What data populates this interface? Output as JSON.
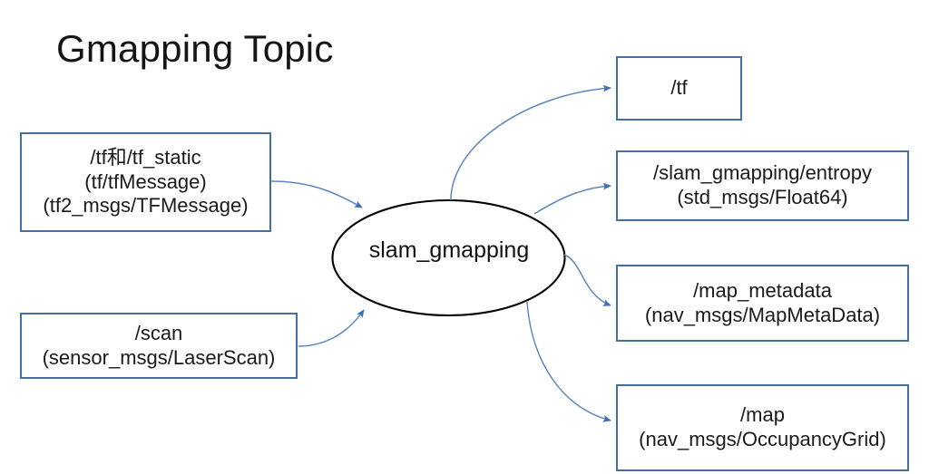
{
  "page": {
    "title": "Gmapping Topic",
    "background_color": "#ffffff",
    "box_border_color": "#44709f",
    "arrow_color": "#5b86c0",
    "ellipse_border_color": "#000000",
    "text_color": "#1a1a1a"
  },
  "center_node": {
    "name": "slam_gmapping",
    "shape": "ellipse"
  },
  "inputs": [
    {
      "id": "tf-input",
      "lines": [
        "/tf和/tf_static",
        "(tf/tfMessage)",
        "(tf2_msgs/TFMessage)"
      ],
      "line1": "/tf和/tf_static",
      "line2": "(tf/tfMessage)",
      "line3": "(tf2_msgs/TFMessage)"
    },
    {
      "id": "scan-input",
      "lines": [
        "/scan",
        "(sensor_msgs/LaserScan)"
      ],
      "line1": "/scan",
      "line2": "(sensor_msgs/LaserScan)"
    }
  ],
  "outputs": [
    {
      "id": "tf-out",
      "lines": [
        "/tf"
      ],
      "line1": "/tf",
      "line2": ""
    },
    {
      "id": "entropy-out",
      "lines": [
        "/slam_gmapping/entropy",
        "(std_msgs/Float64)"
      ],
      "line1": "/slam_gmapping/entropy",
      "line2": "(std_msgs/Float64)"
    },
    {
      "id": "mapmetadata-out",
      "lines": [
        "/map_metadata",
        "(nav_msgs/MapMetaData)"
      ],
      "line1": "/map_metadata",
      "line2": "(nav_msgs/MapMetaData)"
    },
    {
      "id": "map-out",
      "lines": [
        "/map",
        "(nav_msgs/OccupancyGrid)"
      ],
      "line1": "/map",
      "line2": "(nav_msgs/OccupancyGrid)"
    }
  ],
  "edges": [
    {
      "id": "tf-input-to-node",
      "from": "tf-input",
      "to": "slam_gmapping",
      "direction": "in"
    },
    {
      "id": "scan-input-to-node",
      "from": "scan-input",
      "to": "slam_gmapping",
      "direction": "in"
    },
    {
      "id": "node-to-tf",
      "from": "slam_gmapping",
      "to": "tf-out",
      "direction": "out"
    },
    {
      "id": "node-to-entropy",
      "from": "slam_gmapping",
      "to": "entropy-out",
      "direction": "out"
    },
    {
      "id": "node-to-mapmeta",
      "from": "slam_gmapping",
      "to": "mapmetadata-out",
      "direction": "out"
    },
    {
      "id": "node-to-map",
      "from": "slam_gmapping",
      "to": "map-out",
      "direction": "out"
    }
  ]
}
